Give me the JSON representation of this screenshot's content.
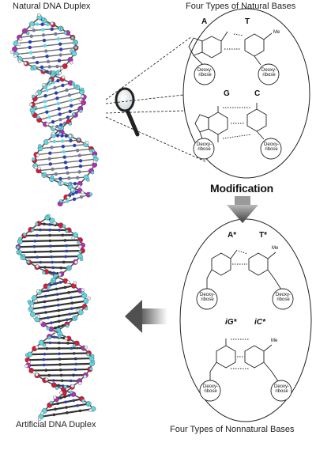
{
  "captions": {
    "natural_duplex": "Natural DNA Duplex",
    "natural_bases": "Four Types of Natural Bases",
    "modification": "Modification",
    "artificial_duplex": "Artificial DNA Duplex",
    "nonnatural_bases": "Four Types of Nonnatural Bases"
  },
  "natural_pairs": {
    "A": "A",
    "T": "T",
    "G": "G",
    "C": "C",
    "sugar": "Deoxy-\nribose",
    "me": "Me"
  },
  "nonnatural_pairs": {
    "A": "A*",
    "T": "T*",
    "iG": "iG*",
    "iC": "iC*",
    "sugar": "Deoxy-\nribose",
    "me": "Me"
  },
  "colors": {
    "atom_cyan": "#5fd7e6",
    "atom_red": "#d8193a",
    "atom_magenta": "#b02fb6",
    "atom_blue": "#2a3fb5",
    "bond_gray": "#6c6c6c",
    "arrow_dark": "#444444"
  }
}
